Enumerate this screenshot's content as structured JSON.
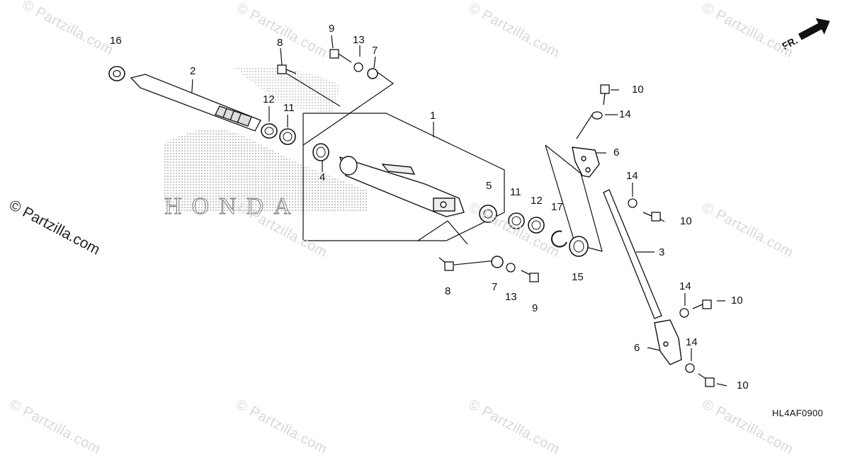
{
  "watermark": "© Partzilla.com",
  "diagram_code": "HL4AF0900",
  "brand_text": "HONDA",
  "front_label": "FR.",
  "callouts": {
    "c16": "16",
    "c2": "2",
    "c12a": "12",
    "c11a": "11",
    "c8a": "8",
    "c9a": "9",
    "c13a": "13",
    "c7a": "7",
    "c1": "1",
    "c4": "4",
    "c5": "5",
    "c11b": "11",
    "c12b": "12",
    "c17": "17",
    "c15": "15",
    "c7b": "7",
    "c13b": "13",
    "c9b": "9",
    "c8b": "8",
    "c10a": "10",
    "c14a": "14",
    "c6a": "6",
    "c14b": "14",
    "c10b": "10",
    "c3": "3",
    "c14c": "14",
    "c10c": "10",
    "c6b": "6",
    "c14d": "14",
    "c10d": "10"
  },
  "colors": {
    "line": "#111111",
    "watermark": "#d8d8d8",
    "dots": "#444444"
  }
}
